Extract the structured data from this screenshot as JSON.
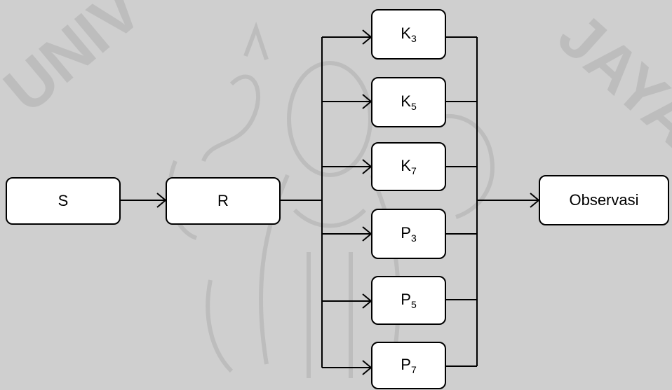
{
  "colors": {
    "background": "#cfcfcf",
    "watermark": "#bdbdbd",
    "box_fill": "#ffffff",
    "stroke": "#000000"
  },
  "watermark": {
    "visible_text": "UNIV JAYA",
    "emblem": "decorative-university-seal"
  },
  "nodes": {
    "s": {
      "label": "S"
    },
    "r": {
      "label": "R"
    },
    "k3": {
      "base": "K",
      "sub": "3"
    },
    "k5": {
      "base": "K",
      "sub": "5"
    },
    "k7": {
      "base": "K",
      "sub": "7"
    },
    "p3": {
      "base": "P",
      "sub": "3"
    },
    "p5": {
      "base": "P",
      "sub": "5"
    },
    "p7": {
      "base": "P",
      "sub": "7"
    },
    "obs": {
      "label": "Observasi"
    }
  },
  "edges": [
    {
      "from": "S",
      "to": "R"
    },
    {
      "from": "R",
      "to": "K3"
    },
    {
      "from": "R",
      "to": "K5"
    },
    {
      "from": "R",
      "to": "K7"
    },
    {
      "from": "R",
      "to": "P3"
    },
    {
      "from": "R",
      "to": "P5"
    },
    {
      "from": "R",
      "to": "P7"
    },
    {
      "from": "K3",
      "to": "Observasi"
    },
    {
      "from": "K5",
      "to": "Observasi"
    },
    {
      "from": "K7",
      "to": "Observasi"
    },
    {
      "from": "P3",
      "to": "Observasi"
    },
    {
      "from": "P5",
      "to": "Observasi"
    },
    {
      "from": "P7",
      "to": "Observasi"
    }
  ]
}
